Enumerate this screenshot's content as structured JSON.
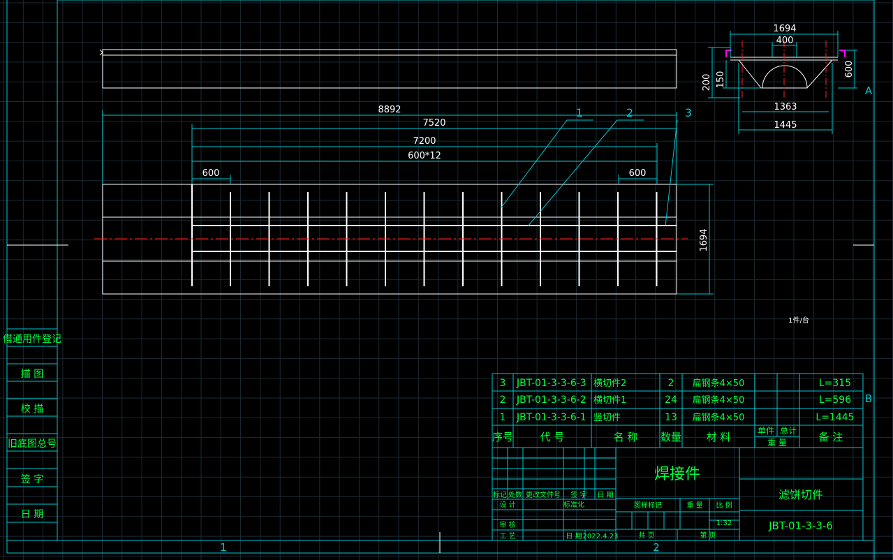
{
  "colors": {
    "background": "#000000",
    "grid": "#1c2a33",
    "border": "#00c8d2",
    "geometry": "#ffffff",
    "text": "#00ff3c",
    "centerline": "#ff2020",
    "dimtext": "#ffffff",
    "magenta": "#ff00ff"
  },
  "side_strip": {
    "labels": [
      "借通用件登记",
      "描 图",
      "校 描",
      "旧底图总号",
      "签 字",
      "日 期"
    ]
  },
  "bottom_zones": [
    "1",
    "2"
  ],
  "right_zones": [
    "A",
    "B"
  ],
  "main_view": {
    "dims": {
      "overall": "8892",
      "d7520": "7520",
      "d7200": "7200",
      "pitch": "600*12",
      "left600": "600",
      "right600": "600",
      "height": "1694"
    },
    "callouts": [
      "1",
      "2",
      "3"
    ]
  },
  "section_view": {
    "dims": {
      "top": "1694",
      "inner": "400",
      "h200": "200",
      "h150": "150",
      "h600": "600",
      "b1363": "1363",
      "b1445": "1445"
    }
  },
  "unit_note": "1件/台",
  "bom": {
    "rows": [
      {
        "seq": "3",
        "code": "JBT-01-3-3-6-3",
        "name": "横切件2",
        "qty": "2",
        "material": "扁钢条4×50",
        "unit_w": "",
        "total_w": "",
        "note": "L=315"
      },
      {
        "seq": "2",
        "code": "JBT-01-3-3-6-2",
        "name": "横切件1",
        "qty": "24",
        "material": "扁钢条4×50",
        "unit_w": "",
        "total_w": "",
        "note": "L=596"
      },
      {
        "seq": "1",
        "code": "JBT-01-3-3-6-1",
        "name": "竖切件",
        "qty": "13",
        "material": "扁钢条4×50",
        "unit_w": "",
        "total_w": "",
        "note": "L=1445"
      }
    ],
    "header": {
      "seq": "序号",
      "code": "代 号",
      "name": "名 称",
      "qty": "数量",
      "material": "材 料",
      "unit": "单件",
      "total": "总计",
      "weight": "重 量",
      "note": "备 注"
    }
  },
  "title_block": {
    "part_type": "焊接件",
    "drawing_name": "滤饼切件",
    "drawing_no": "JBT-01-3-3-6",
    "rev_labels": [
      "标记",
      "处数",
      "更改文件号",
      "签 字",
      "日 期"
    ],
    "role_labels": {
      "design": "设 计",
      "standard": "标准化",
      "review": "审 核",
      "process": "工 艺",
      "date": "日 期"
    },
    "date_value": "2022.4.23",
    "stage_mark": "图样标记",
    "weight": "重 量",
    "scale_label": "比 例",
    "scale_value": "1:32",
    "total_sheets": "共   页",
    "sheet_no": "第   页"
  }
}
